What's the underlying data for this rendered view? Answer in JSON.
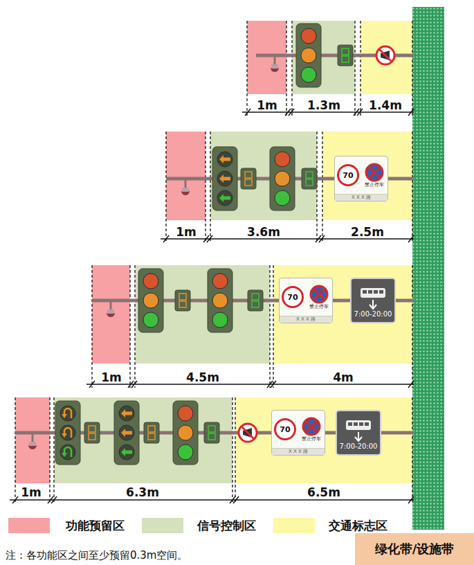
{
  "diagram": {
    "nodes": [
      {
        "text": [
          "70",
          "禁止停车",
          "X X X 路"
        ]
      },
      {
        "text": [
          "70",
          "禁止停车",
          "X X X 路"
        ]
      },
      {
        "text": [
          "7:00-20:00"
        ]
      },
      {
        "text": [
          "70",
          "禁止停车",
          "X X X 路"
        ]
      },
      {
        "text": [
          "7:00-20:00"
        ]
      },
      {
        "text": [
          "绿化带/设施带"
        ]
      }
    ],
    "labels": [
      "1m",
      "1.3m",
      "1.4m",
      "1m",
      "3.6m",
      "2.5m",
      "1m",
      "4.5m",
      "4m",
      "1m",
      "6.3m",
      "6.5m",
      "注：各功能区之间至少预留0.3m空间。"
    ],
    "legend": [
      {
        "text": "功能预留区",
        "color": "#f7a1a4"
      },
      {
        "text": "信号控制区",
        "color": "#d5e1bd"
      },
      {
        "text": "交通标志区",
        "color": "#fdf8a5"
      }
    ]
  }
}
